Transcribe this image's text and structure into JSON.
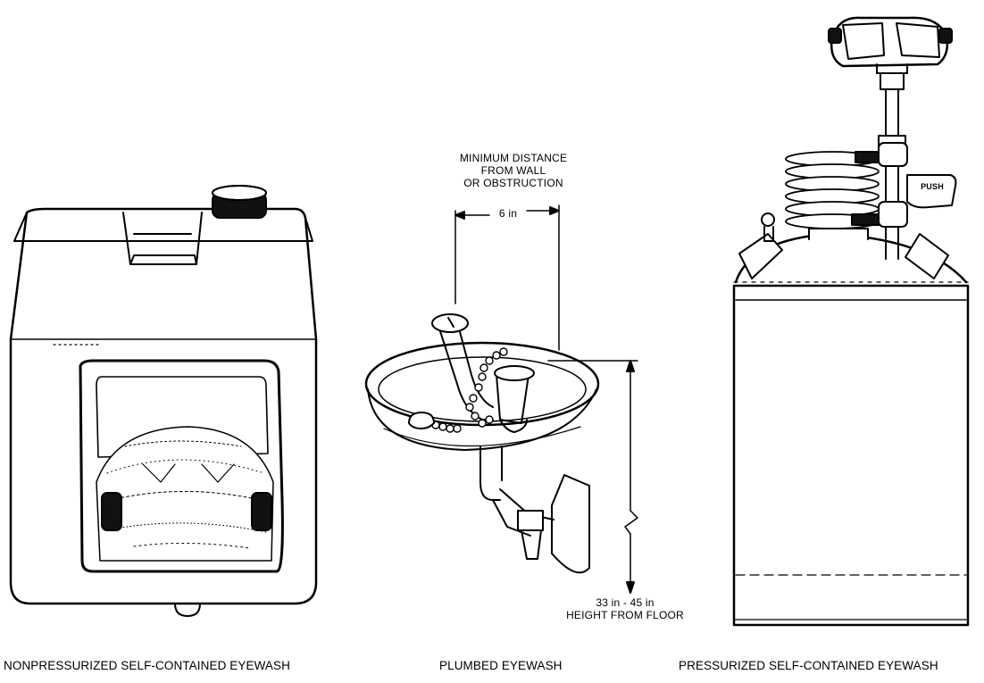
{
  "captions": {
    "nonpressurized": "NONPRESSURIZED SELF-CONTAINED EYEWASH",
    "plumbed": "PLUMBED EYEWASH",
    "pressurized": "PRESSURIZED SELF-CONTAINED EYEWASH"
  },
  "labels": {
    "min_distance_line1": "MINIMUM DISTANCE",
    "min_distance_line2": "FROM WALL",
    "min_distance_line3": "OR OBSTRUCTION",
    "distance_value": "6 in",
    "height_value": "33 in - 45 in",
    "height_caption": "HEIGHT FROM FLOOR",
    "push_label": "PUSH"
  },
  "icons": [
    "nonpressurized-eyewash-unit",
    "plumbed-eyewash-bowl",
    "pressurized-eyewash-tank"
  ]
}
